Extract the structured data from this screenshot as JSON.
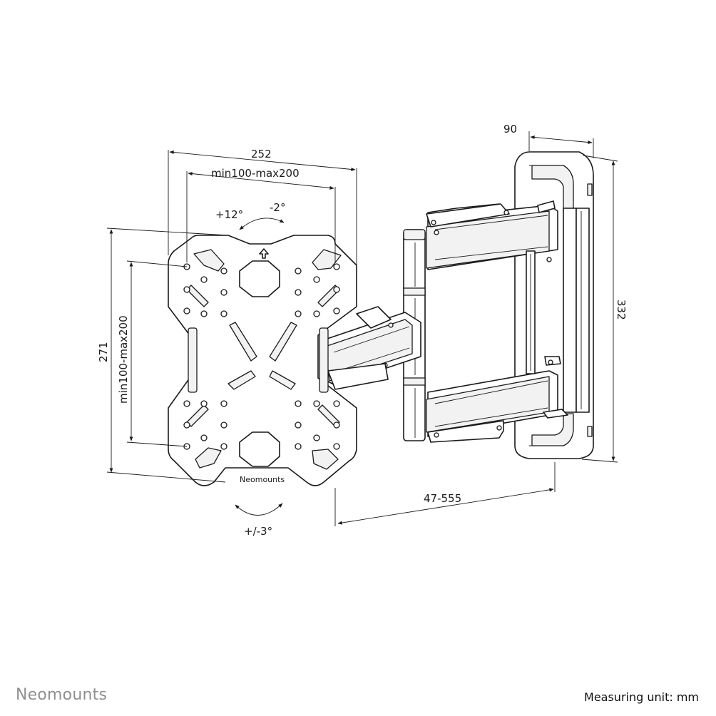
{
  "product": {
    "plate_brand": "Neomounts"
  },
  "dimensions": {
    "plate_width": "252",
    "vesa_horizontal": "min100-max200",
    "plate_height": "271",
    "vesa_vertical": "min100-max200",
    "wall_plate_depth": "90",
    "wall_plate_height": "332",
    "arm_extension": "47-555"
  },
  "tilt": {
    "forward": "+12°",
    "backward": "-2°",
    "rotation": "+/-3°"
  },
  "footer": {
    "brand": "Neomounts",
    "measuring_unit": "Measuring unit: mm"
  }
}
